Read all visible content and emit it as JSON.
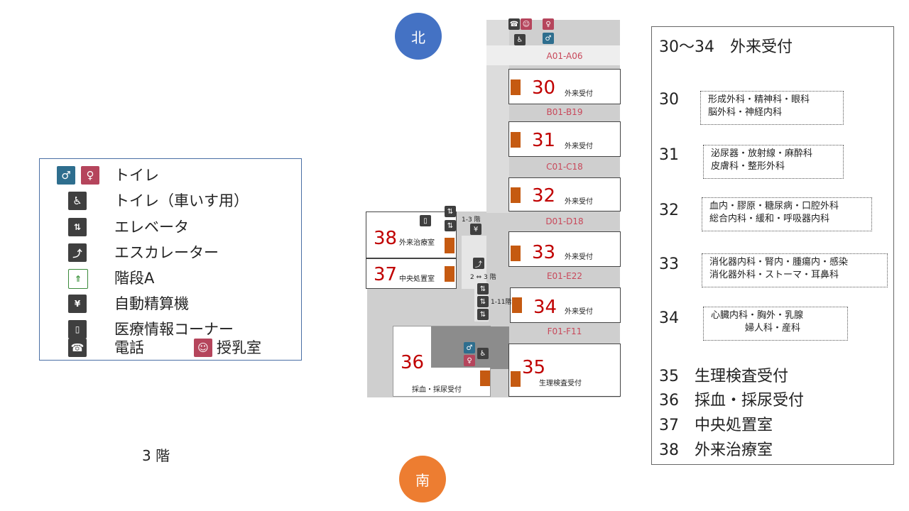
{
  "floor_label": "3 階",
  "compass": {
    "north": "北",
    "south": "南"
  },
  "legend": {
    "items": [
      {
        "label": "トイレ"
      },
      {
        "label": "トイレ（車いす用）"
      },
      {
        "label": "エレベータ"
      },
      {
        "label": "エスカレーター"
      },
      {
        "label": "階段A"
      },
      {
        "label": "自動精算機"
      },
      {
        "label": "医療情報コーナー"
      },
      {
        "label": "電話"
      },
      {
        "label": "授乳室"
      }
    ]
  },
  "map": {
    "corridors": [
      "A01-A06",
      "B01-B19",
      "C01-C18",
      "D01-D18",
      "E01-E22",
      "F01-F11"
    ],
    "rooms": {
      "r30": {
        "num": "30",
        "text": "外来受付"
      },
      "r31": {
        "num": "31",
        "text": "外来受付"
      },
      "r32": {
        "num": "32",
        "text": "外来受付"
      },
      "r33": {
        "num": "33",
        "text": "外来受付"
      },
      "r34": {
        "num": "34",
        "text": "外来受付"
      },
      "r35": {
        "num": "35",
        "text": "生理検査受付"
      },
      "r36": {
        "num": "36",
        "text": "採血・採尿受付"
      },
      "r37": {
        "num": "37",
        "text": "中央処置室"
      },
      "r38": {
        "num": "38",
        "text": "外来治療室"
      }
    },
    "elevator_labels": {
      "upper": "1-3 階",
      "escalator": "2 ⇔ 3 階",
      "lower": "1-11階"
    }
  },
  "panel": {
    "heading": "30〜34　外来受付",
    "entries": [
      {
        "num": "30",
        "line1": "形成外科・精神科・眼科",
        "line2": "脳外科・神経内科"
      },
      {
        "num": "31",
        "line1": "泌尿器・放射線・麻酔科",
        "line2": "皮膚科・整形外科"
      },
      {
        "num": "32",
        "line1": "血内・膠原・糖尿病・口腔外科",
        "line2": "総合内科・緩和・呼吸器内科"
      },
      {
        "num": "33",
        "line1": "消化器内科・腎内・腫瘍内・感染",
        "line2": "消化器外科・ストーマ・耳鼻科"
      },
      {
        "num": "34",
        "line1": "心臓内科・胸外・乳腺",
        "line2": "婦人科・産科"
      }
    ],
    "lines": [
      {
        "num": "35",
        "text": "生理検査受付"
      },
      {
        "num": "36",
        "text": "採血・採尿受付"
      },
      {
        "num": "37",
        "text": "中央処置室"
      },
      {
        "num": "38",
        "text": "外来治療室"
      }
    ]
  }
}
